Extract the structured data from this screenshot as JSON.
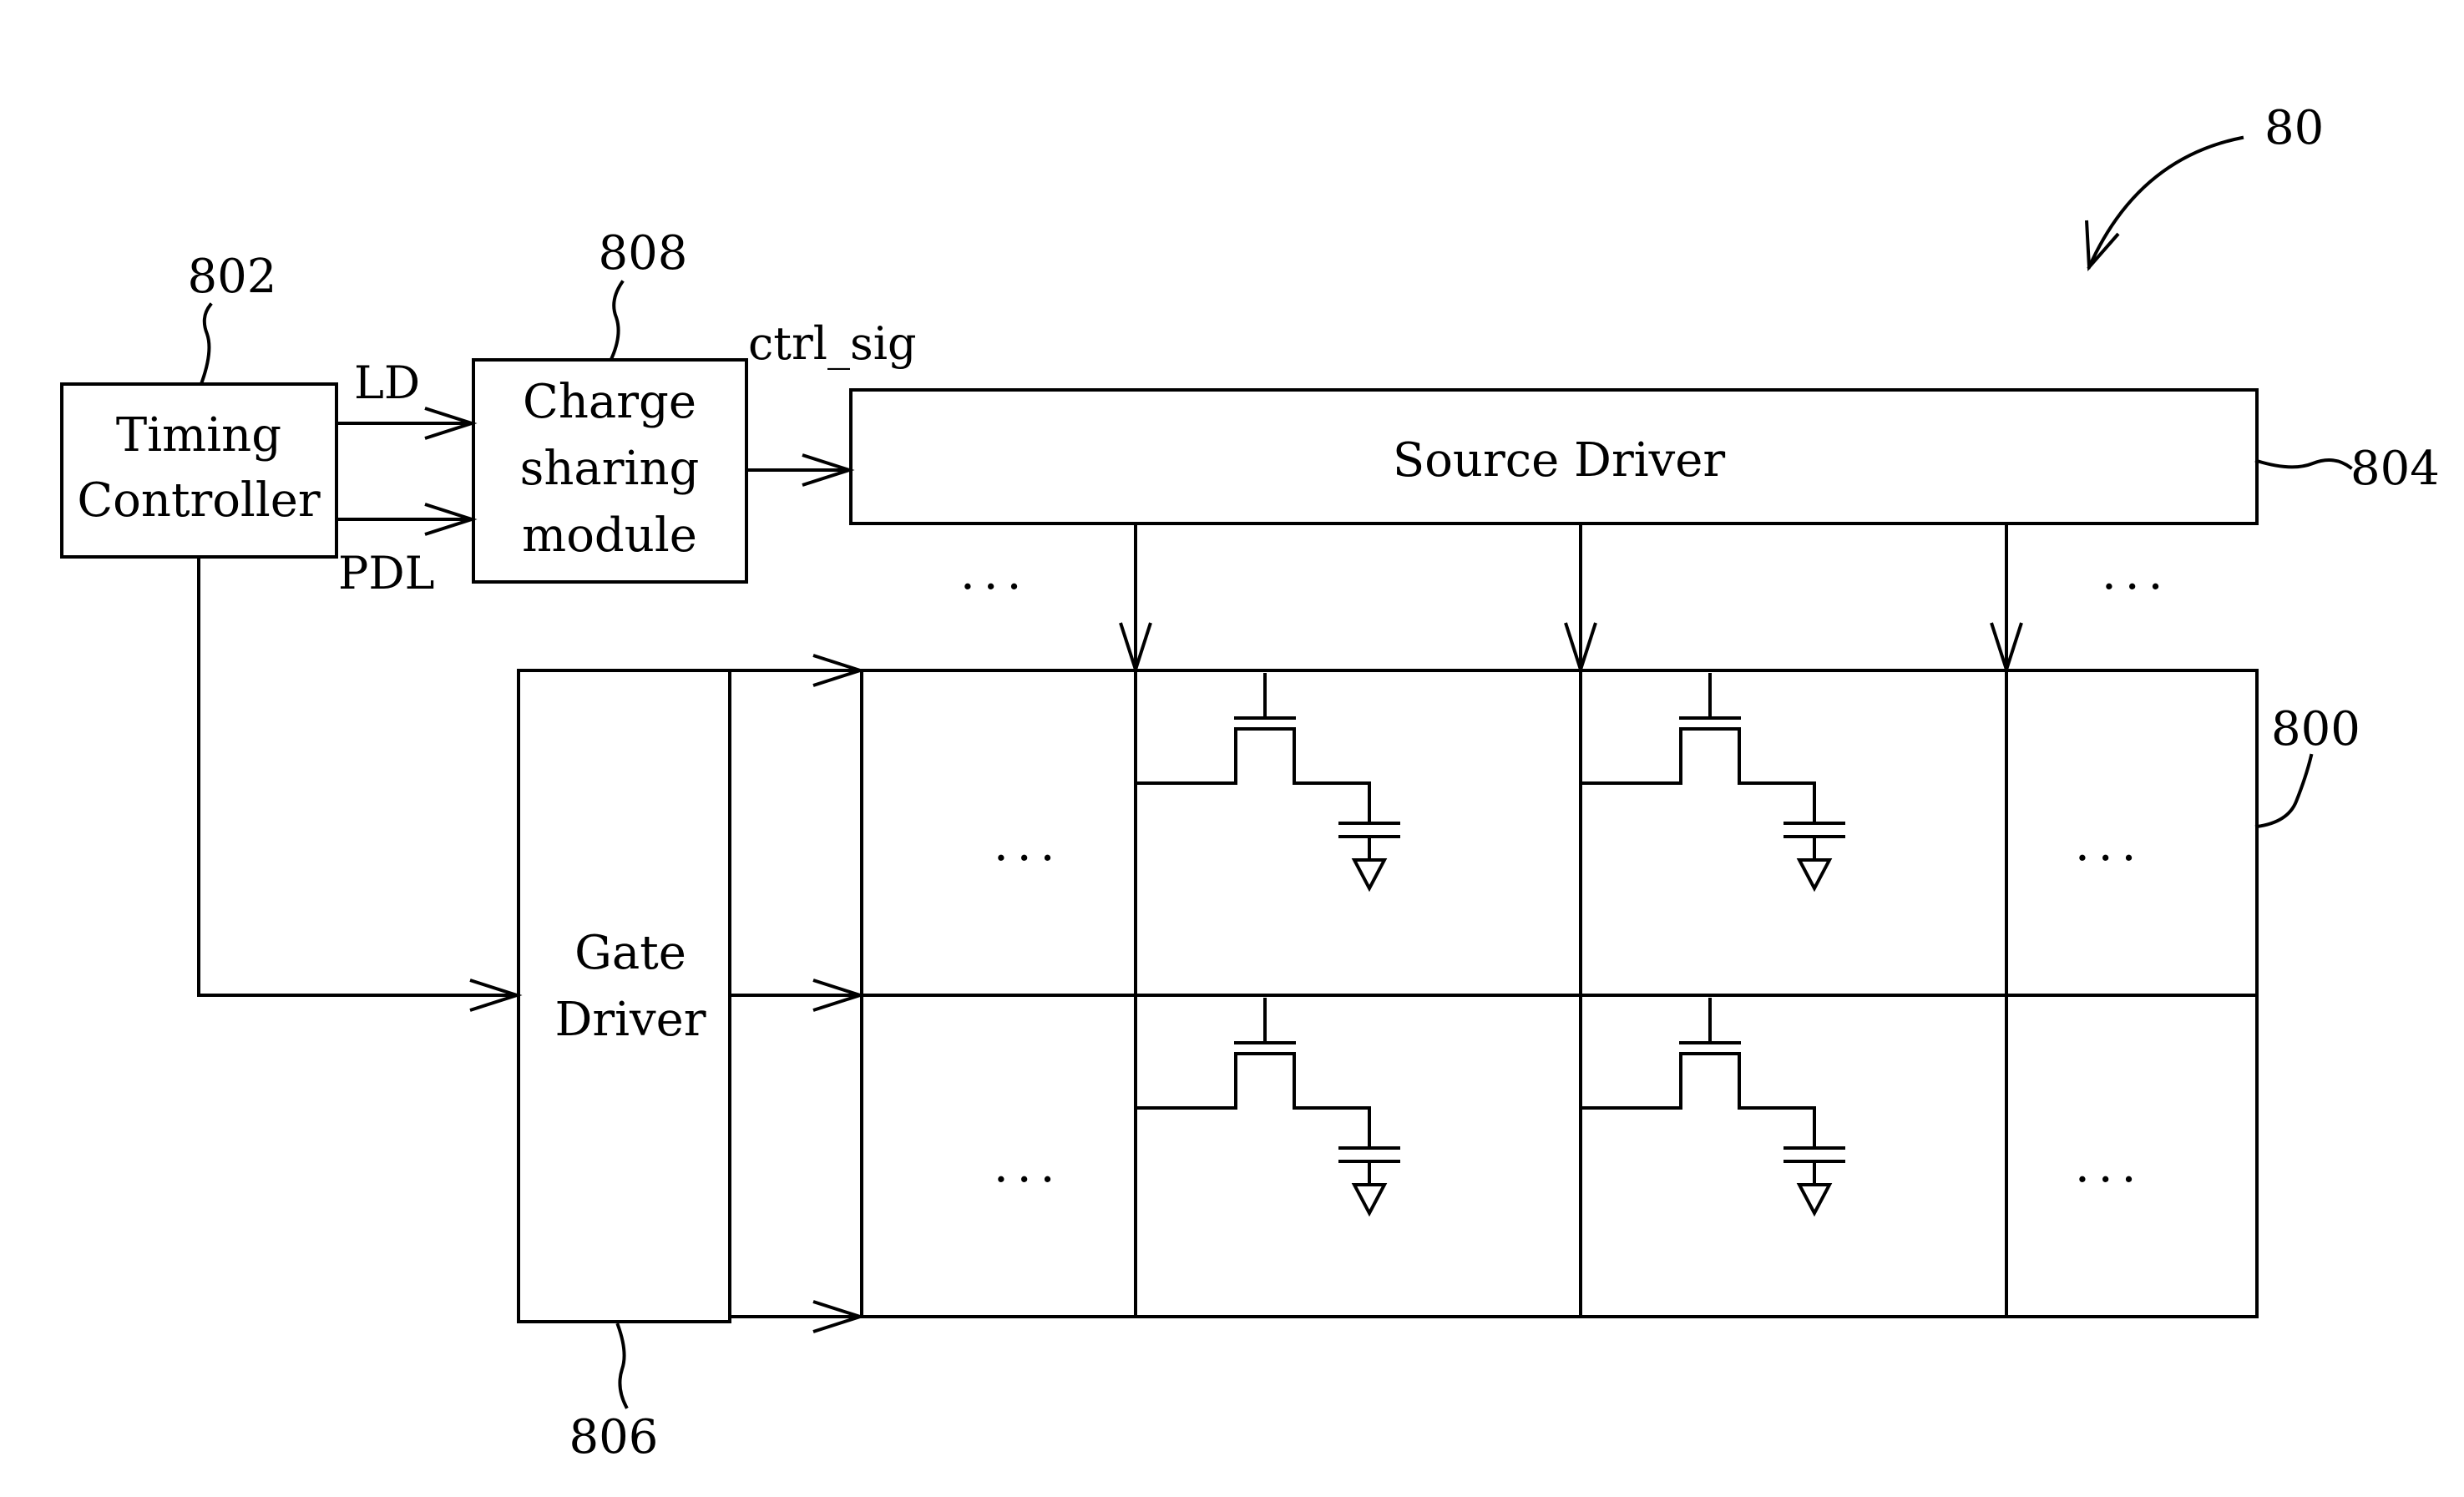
{
  "figure_ref": "80",
  "blocks": {
    "timing_controller": {
      "ref": "802",
      "line1": "Timing",
      "line2": "Controller"
    },
    "charge_sharing": {
      "ref": "808",
      "line1": "Charge",
      "line2": "sharing",
      "line3": "module"
    },
    "source_driver": {
      "ref": "804",
      "label": "Source Driver"
    },
    "gate_driver": {
      "ref": "806",
      "line1": "Gate",
      "line2": "Driver"
    },
    "panel": {
      "ref": "800"
    }
  },
  "signals": {
    "ld": "LD",
    "pdl": "PDL",
    "ctrl": "ctrl_sig"
  },
  "ellipsis": "..."
}
